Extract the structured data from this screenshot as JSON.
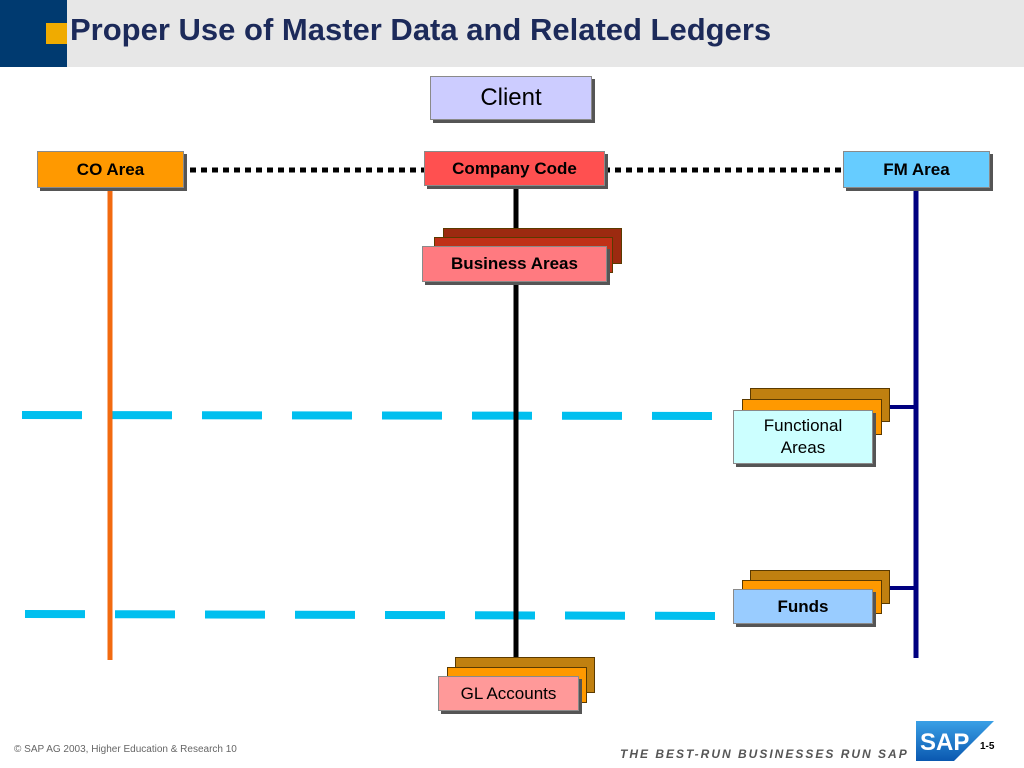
{
  "header": {
    "title": "Proper Use of Master Data and Related Ledgers"
  },
  "nodes": {
    "client": "Client",
    "co_area": "CO Area",
    "company_code": "Company Code",
    "fm_area": "FM Area",
    "business_areas": "Business Areas",
    "functional_areas": "Functional Areas",
    "funds": "Funds",
    "gl_accounts": "GL Accounts"
  },
  "footer": {
    "copyright": "©  SAP AG 2003, Higher Education & Research 10",
    "tagline": "THE BEST-RUN BUSINESSES RUN SAP",
    "logo_text": "SAP",
    "page_number": "1-5"
  },
  "colors": {
    "navy": "#003a70",
    "accent": "#f0ab00",
    "co_area": "#ff9900",
    "company_code": "#ff5050",
    "fm_area": "#66ccff",
    "client": "#ccccff",
    "business_areas": "#ff7a80",
    "functional_areas": "#ccffff",
    "funds": "#99ccff",
    "gl_accounts": "#ff9999",
    "dashed_lines": "#00bfef",
    "co_line": "#f26a10",
    "fm_line": "#000080"
  }
}
